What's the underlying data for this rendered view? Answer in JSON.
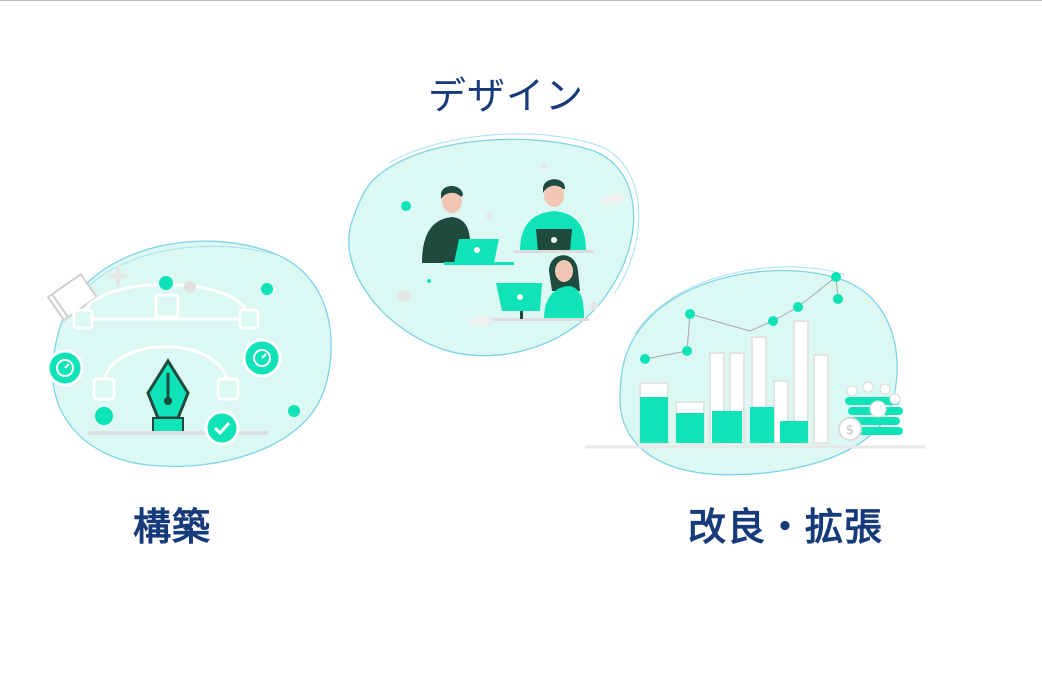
{
  "sections": {
    "design": {
      "label": "デザイン",
      "icon": "team-working-illustration"
    },
    "build": {
      "label": "構築",
      "icon": "pen-tool-vector-illustration"
    },
    "improve": {
      "label": "改良・拡張",
      "icon": "growth-chart-illustration"
    }
  },
  "colors": {
    "label_text": "#173a7a",
    "accent": "#10e3b8",
    "blob_fill": "#d8f7f1",
    "blob_outline": "#7fd3e6",
    "dark_figure": "#1f4a3e",
    "page_background": "#ffffff"
  }
}
